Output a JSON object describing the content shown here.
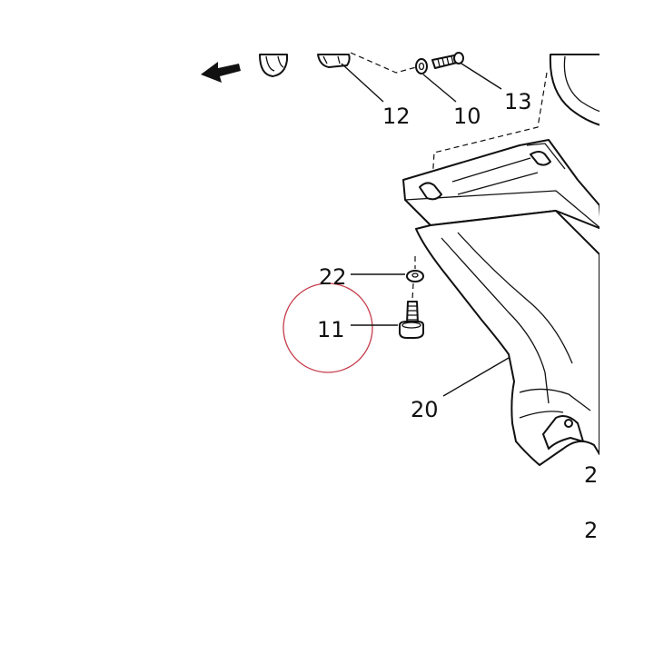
{
  "callouts": {
    "c12": "12",
    "c10": "10",
    "c13": "13",
    "c22": "22",
    "c11": "11",
    "c20": "20",
    "cut1": "2",
    "cut2": "2"
  },
  "colors": {
    "line": "#111111",
    "highlight_circle": "#c43c4a",
    "background": "#ffffff"
  },
  "icons": {
    "direction": "arrow-left-icon",
    "highlight": "highlight-circle"
  }
}
